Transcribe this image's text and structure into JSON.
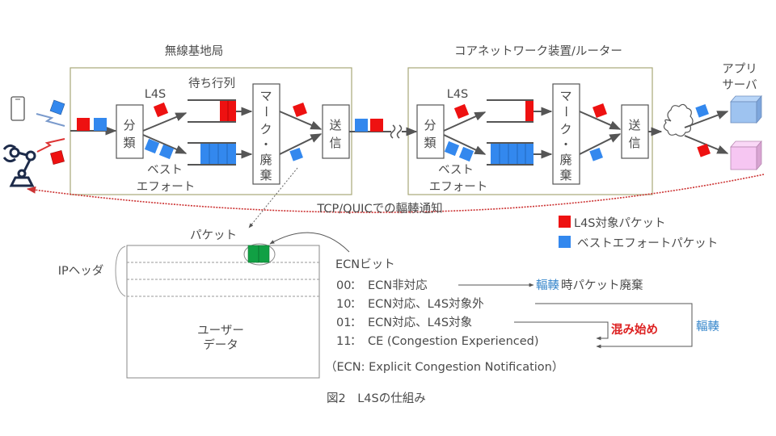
{
  "figure": {
    "caption": "図2　L4Sの仕組み"
  },
  "colors": {
    "l4s_packet": "#ee1111",
    "best_effort_packet": "#3388ee",
    "ecn_bits": "#11a044",
    "station_border": "#a8a878",
    "notify_arrow": "#cc3333",
    "accent_blue_text": "#3a88cc",
    "accent_red_text": "#dd2222",
    "server_blue": "#9ec3f0",
    "server_pink": "#f6c6f2"
  },
  "base_station": {
    "title": "無線基地局",
    "classify": [
      "分",
      "類"
    ],
    "l4s_label": "L4S",
    "queue_label": "待ち行列",
    "best_effort_label": [
      "ベスト",
      "エフォート"
    ],
    "mark_discard": [
      "マ",
      "ー",
      "ク",
      "・",
      "廃",
      "棄"
    ],
    "send": [
      "送",
      "信"
    ]
  },
  "core_router": {
    "title": "コアネットワーク装置/ルーター",
    "classify": [
      "分",
      "類"
    ],
    "l4s_label": "L4S",
    "best_effort_label": [
      "ベスト",
      "エフォート"
    ],
    "mark_discard": [
      "マ",
      "ー",
      "ク",
      "・",
      "廃",
      "棄"
    ],
    "send": [
      "送",
      "信"
    ]
  },
  "app_server": {
    "label": [
      "アプリ",
      "サーバ"
    ]
  },
  "devices": {
    "icons": [
      "smartphone-icon",
      "robot-arm-icon",
      "cloud-icon",
      "lightning-icon"
    ]
  },
  "notification": {
    "label": "TCP/QUICでの輻輳通知"
  },
  "legend": {
    "items": [
      {
        "label": "L4S対象パケット",
        "color_key": "l4s_packet"
      },
      {
        "label": "ベストエフォートパケット",
        "color_key": "best_effort_packet"
      }
    ]
  },
  "packet": {
    "label": "パケット",
    "ip_header": "IPヘッダ",
    "user_data": [
      "ユーザー",
      "データ"
    ]
  },
  "ecn": {
    "title": "ECNビット",
    "rows": [
      {
        "code": "00",
        "sep": "：",
        "desc": "ECN非対応"
      },
      {
        "code": "10",
        "sep": "：",
        "desc": "ECN対応、L4S対象外"
      },
      {
        "code": "01",
        "sep": "：",
        "desc": "ECN対応、L4S対象"
      },
      {
        "code": "11",
        "sep": "：",
        "desc": "CE (Congestion Experienced)"
      }
    ],
    "drop_note_highlight": "輻輳",
    "drop_note_rest": "時パケット廃棄",
    "congestion_start": "混み始め",
    "congestion": "輻輳",
    "footnote": "（ECN: Explicit Congestion Notification）"
  }
}
